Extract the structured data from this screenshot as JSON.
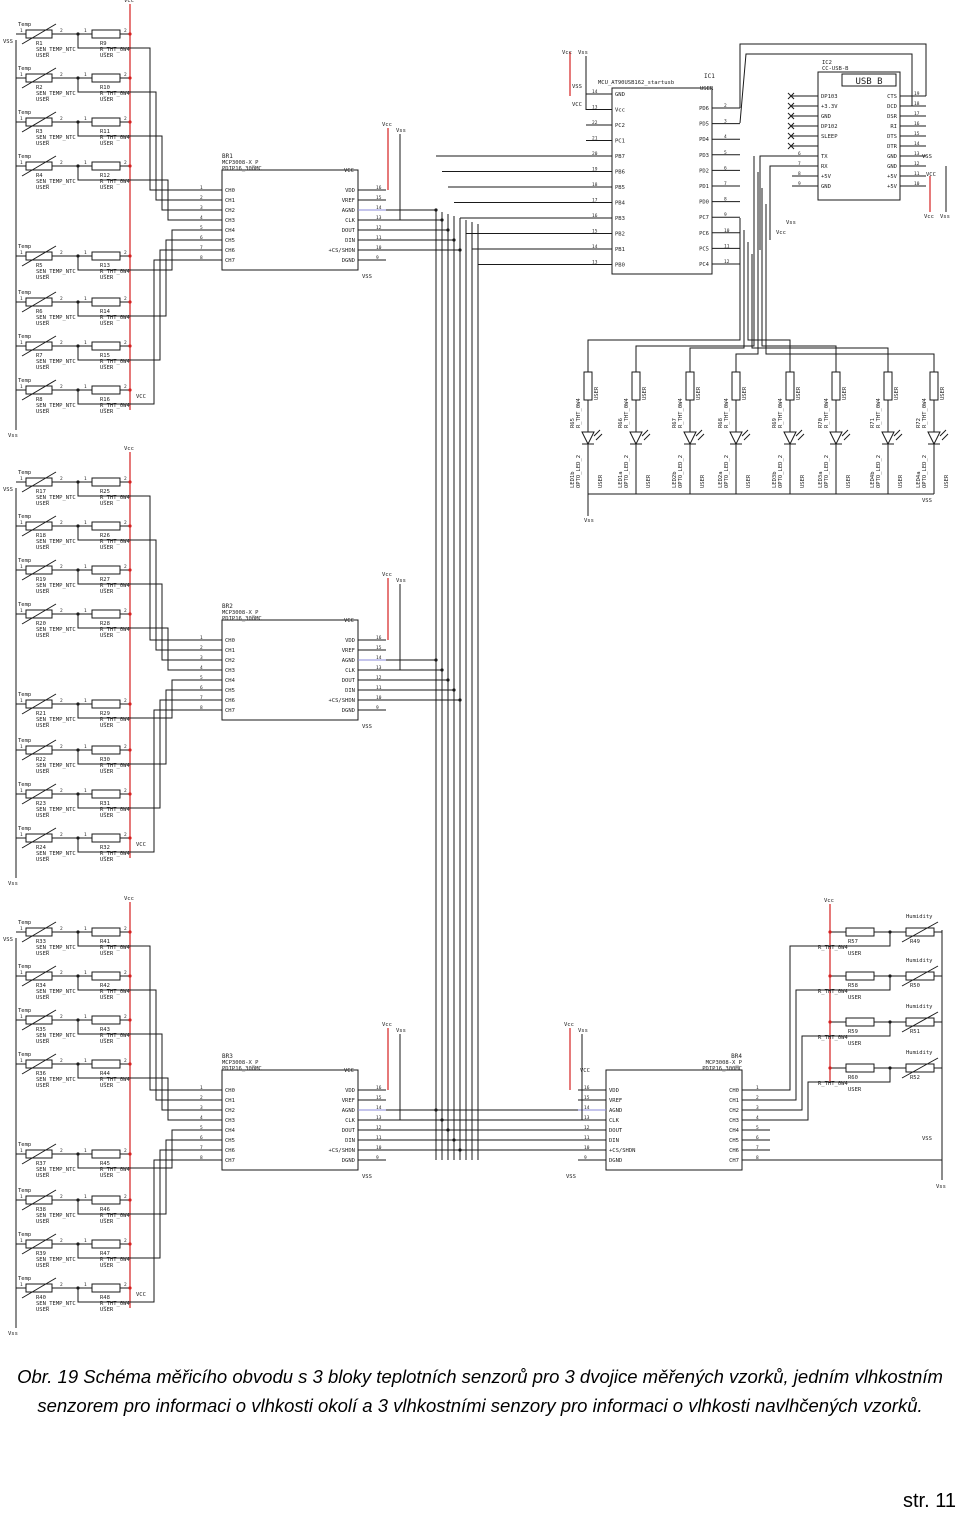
{
  "caption": {
    "lines": [
      "Obr. 19 Schéma měřicího obvodu s 3 bloky teplotních senzorů pro 3 dvojice měřených vzorků, jedním vlhkostním",
      "senzorem pro informaci o vlhkosti okolí a 3 vlhkostními senzory pro informaci o vlhkosti navlhčených vzorků."
    ]
  },
  "page_number": "str. 11",
  "nets": {
    "vcc_upper": "Vcc",
    "vcc": "VCC",
    "vss_upper": "Vss",
    "vss": "VSS"
  },
  "colors": {
    "wire": "#1a1a1a",
    "vcc_rail": "#d42020",
    "bus": "#8a8ad8",
    "text": "#222222"
  },
  "temperature_blocks": [
    {
      "sensor_part": "SEN_TEMP_NTC",
      "resistor_part": "R_THT_0W4",
      "user": "USER",
      "label": "Temp",
      "sensors": [
        "R1",
        "R2",
        "R3",
        "R4",
        "R5",
        "R6",
        "R7",
        "R8"
      ],
      "resistors": [
        "R9",
        "R10",
        "R11",
        "R12",
        "R13",
        "R14",
        "R15",
        "R16"
      ]
    },
    {
      "sensor_part": "SEN_TEMP_NTC",
      "resistor_part": "R_THT_0W4",
      "user": "USER",
      "label": "Temp",
      "sensors": [
        "R17",
        "R18",
        "R19",
        "R20",
        "R21",
        "R22",
        "R23",
        "R24"
      ],
      "resistors": [
        "R25",
        "R26",
        "R27",
        "R28",
        "R29",
        "R30",
        "R31",
        "R32"
      ]
    },
    {
      "sensor_part": "SEN_TEMP_NTC",
      "resistor_part": "R_THT_0W4",
      "user": "USER",
      "label": "Temp",
      "sensors": [
        "R33",
        "R34",
        "R35",
        "R36",
        "R37",
        "R38",
        "R39",
        "R40"
      ],
      "resistors": [
        "R41",
        "R42",
        "R43",
        "R44",
        "R45",
        "R46",
        "R47",
        "R48"
      ]
    }
  ],
  "adcs": [
    {
      "ref": "BR1",
      "part": "MCP3008-X_P",
      "package": "PDIP16_300MC"
    },
    {
      "ref": "BR2",
      "part": "MCP3008-X_P",
      "package": "PDIP16_300MC"
    },
    {
      "ref": "BR3",
      "part": "MCP3008-X_P",
      "package": "PDIP16_300MC"
    },
    {
      "ref": "BR4",
      "part": "MCP3008-X_P",
      "package": "PDIP16_300MC"
    }
  ],
  "adc_pins": {
    "left": [
      {
        "num": "1",
        "name": "CH0"
      },
      {
        "num": "2",
        "name": "CH1"
      },
      {
        "num": "3",
        "name": "CH2"
      },
      {
        "num": "4",
        "name": "CH3"
      },
      {
        "num": "5",
        "name": "CH4"
      },
      {
        "num": "6",
        "name": "CH5"
      },
      {
        "num": "7",
        "name": "CH6"
      },
      {
        "num": "8",
        "name": "CH7"
      }
    ],
    "right": [
      {
        "num": "16",
        "name": "VDD"
      },
      {
        "num": "15",
        "name": "VREF"
      },
      {
        "num": "14",
        "name": "AGND"
      },
      {
        "num": "13",
        "name": "CLK"
      },
      {
        "num": "12",
        "name": "DOUT"
      },
      {
        "num": "11",
        "name": "DIN"
      },
      {
        "num": "10",
        "name": "+CS/SHDN"
      },
      {
        "num": "9",
        "name": "DGND"
      }
    ]
  },
  "mcu": {
    "ref": "IC1",
    "part": "MCU_AT90USB162_startusb",
    "package": "USER",
    "left_pins": [
      {
        "num": "14",
        "name": "GND"
      },
      {
        "num": "13",
        "name": "Vcc"
      },
      {
        "num": "22",
        "name": "PC2"
      },
      {
        "num": "21",
        "name": "PC1"
      },
      {
        "num": "20",
        "name": "PB7"
      },
      {
        "num": "19",
        "name": "PB6"
      },
      {
        "num": "18",
        "name": "PB5"
      },
      {
        "num": "17",
        "name": "PB4"
      },
      {
        "num": "16",
        "name": "PB3"
      },
      {
        "num": "15",
        "name": "PB2"
      },
      {
        "num": "14",
        "name": "PB1"
      },
      {
        "num": "13",
        "name": "PB0"
      }
    ],
    "right_pins": [
      {
        "num": "2",
        "name": "PD6"
      },
      {
        "num": "3",
        "name": "PD5"
      },
      {
        "num": "4",
        "name": "PD4"
      },
      {
        "num": "5",
        "name": "PD3"
      },
      {
        "num": "6",
        "name": "PD2"
      },
      {
        "num": "7",
        "name": "PD1"
      },
      {
        "num": "8",
        "name": "PD0"
      },
      {
        "num": "9",
        "name": "PC7"
      },
      {
        "num": "10",
        "name": "PC6"
      },
      {
        "num": "11",
        "name": "PC5"
      },
      {
        "num": "12",
        "name": "PC4"
      }
    ]
  },
  "usb": {
    "ref": "IC2",
    "part": "CC-USB-B",
    "box_label": "USB B",
    "left_pins": [
      {
        "num": "",
        "name": "DP103"
      },
      {
        "num": "",
        "name": "+3.3V"
      },
      {
        "num": "",
        "name": "GND"
      },
      {
        "num": "",
        "name": "DP102"
      },
      {
        "num": "",
        "name": "SLEEP"
      },
      {
        "num": "",
        "name": ""
      },
      {
        "num": "6",
        "name": "TX"
      },
      {
        "num": "7",
        "name": "RX"
      },
      {
        "num": "8",
        "name": "+5V"
      },
      {
        "num": "9",
        "name": "GND"
      }
    ],
    "right_pins": [
      {
        "num": "19",
        "name": "CTS"
      },
      {
        "num": "18",
        "name": "DCD"
      },
      {
        "num": "17",
        "name": "DSR"
      },
      {
        "num": "16",
        "name": "RI"
      },
      {
        "num": "15",
        "name": "DTS"
      },
      {
        "num": "14",
        "name": "DTR"
      },
      {
        "num": "13",
        "name": "GND"
      },
      {
        "num": "12",
        "name": "GND"
      },
      {
        "num": "11",
        "name": "+5V"
      },
      {
        "num": "10",
        "name": "+5V"
      }
    ]
  },
  "leds": [
    {
      "r": "R65",
      "led": "LED1b"
    },
    {
      "r": "R66",
      "led": "LED1a"
    },
    {
      "r": "R67",
      "led": "LED2b"
    },
    {
      "r": "R68",
      "led": "LED2a"
    },
    {
      "r": "R69",
      "led": "LED3b"
    },
    {
      "r": "R70",
      "led": "LED3a"
    },
    {
      "r": "R71",
      "led": "LED4b"
    },
    {
      "r": "R72",
      "led": "LED4a"
    }
  ],
  "led_parts": {
    "resistor": "R_THT_0W4",
    "led": "OPTO_LED_2",
    "user": "USER"
  },
  "humidity": {
    "label": "Humidity",
    "part": "R_THT_0W4",
    "user": "USER",
    "sensors": [
      "R49",
      "R50",
      "R51",
      "R52"
    ],
    "resistors": [
      "R57",
      "R58",
      "R59",
      "R60"
    ]
  }
}
